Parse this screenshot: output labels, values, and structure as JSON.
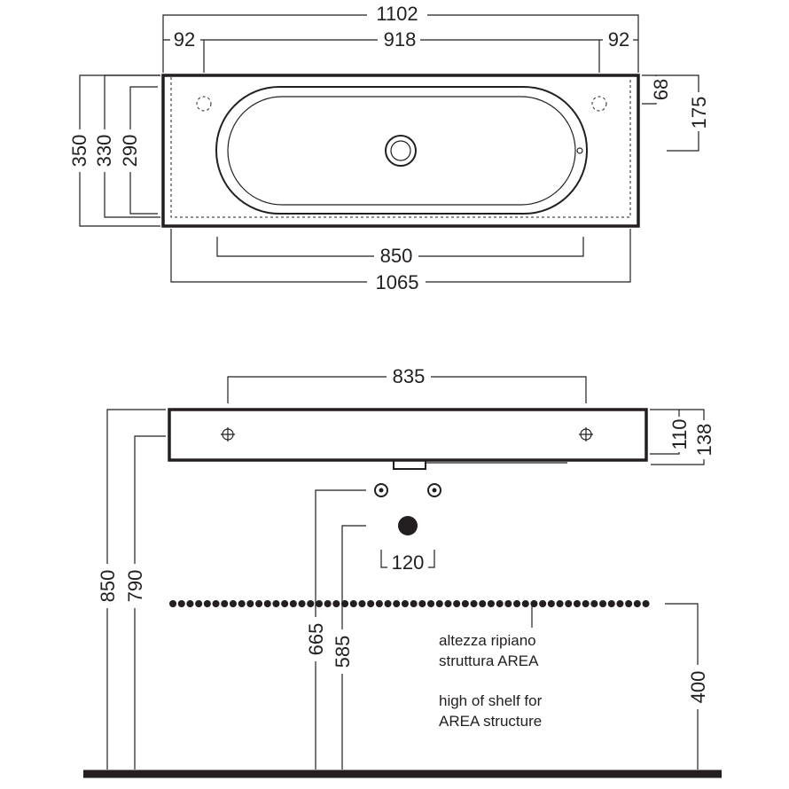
{
  "top_view": {
    "dims": {
      "overall_width": "1102",
      "left_offset": "92",
      "center_span": "918",
      "right_offset": "92",
      "depth_350": "350",
      "depth_330": "330",
      "depth_290": "290",
      "right_68": "68",
      "right_175": "175",
      "bowl_850": "850",
      "bottom_1065": "1065"
    }
  },
  "front_view": {
    "dims": {
      "top_835": "835",
      "h_110": "110",
      "h_138": "138",
      "h_850": "850",
      "h_790": "790",
      "h_665": "665",
      "h_585": "585",
      "w_120": "120",
      "h_400": "400"
    },
    "note": {
      "it_line1": "altezza ripiano",
      "it_line2": "struttura AREA",
      "en_line1": "high of shelf for",
      "en_line2": "AREA structure"
    }
  },
  "colors": {
    "ink": "#231f20",
    "background": "#ffffff"
  }
}
